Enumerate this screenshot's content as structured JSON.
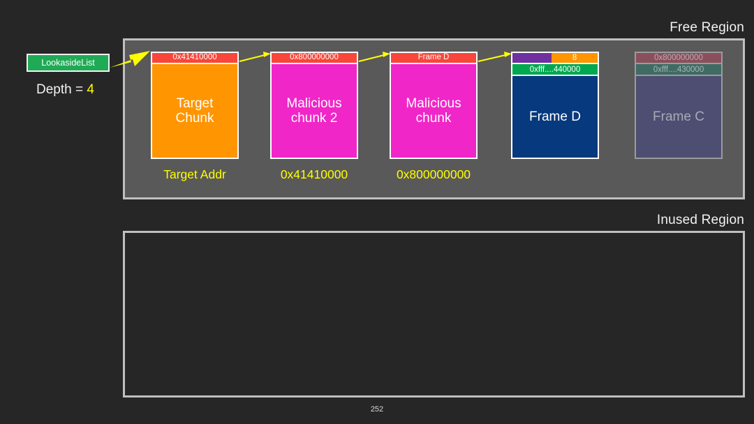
{
  "regions": {
    "free_title": "Free Region",
    "inused_title": "Inused Region"
  },
  "lookaside": {
    "label": "LookasideList",
    "depth_text": "Depth = ",
    "depth_value": "4"
  },
  "chunks": [
    {
      "id": "target",
      "header": "0x41410000",
      "body_line1": "Target",
      "body_line2": "Chunk",
      "caption": "Target Addr"
    },
    {
      "id": "malicious2",
      "header": "0x800000000",
      "body_line1": "Malicious",
      "body_line2": "chunk 2",
      "caption": "0x41410000"
    },
    {
      "id": "malicious",
      "header": "Frame D",
      "body_line1": "Malicious",
      "body_line2": "chunk",
      "caption": "0x800000000"
    },
    {
      "id": "framed",
      "header_purple": "",
      "header_count": "8",
      "header_green": "0xfff....440000",
      "body_line1": "Frame D"
    },
    {
      "id": "framec",
      "header": "0x800000000",
      "header2": "0xfff....430000",
      "body_line1": "Frame C"
    }
  ],
  "footer": {
    "page_number": "252"
  },
  "colors": {
    "background": "#262626",
    "free_region_fill": "#595959",
    "region_border": "#bfbfbf",
    "chunk_header_red": "#f9463a",
    "target_chunk_orange": "#ff9500",
    "malicious_chunk_magenta": "#f026c8",
    "frame_d_blue": "#06397e",
    "frame_d_green": "#00a84f",
    "frame_d_purple": "#7030a0",
    "lookaside_green": "#1faa55",
    "arrow_yellow": "#ffff00",
    "caption_yellow": "#ffff00",
    "frame_c_faded_body": "#4e4e73"
  }
}
